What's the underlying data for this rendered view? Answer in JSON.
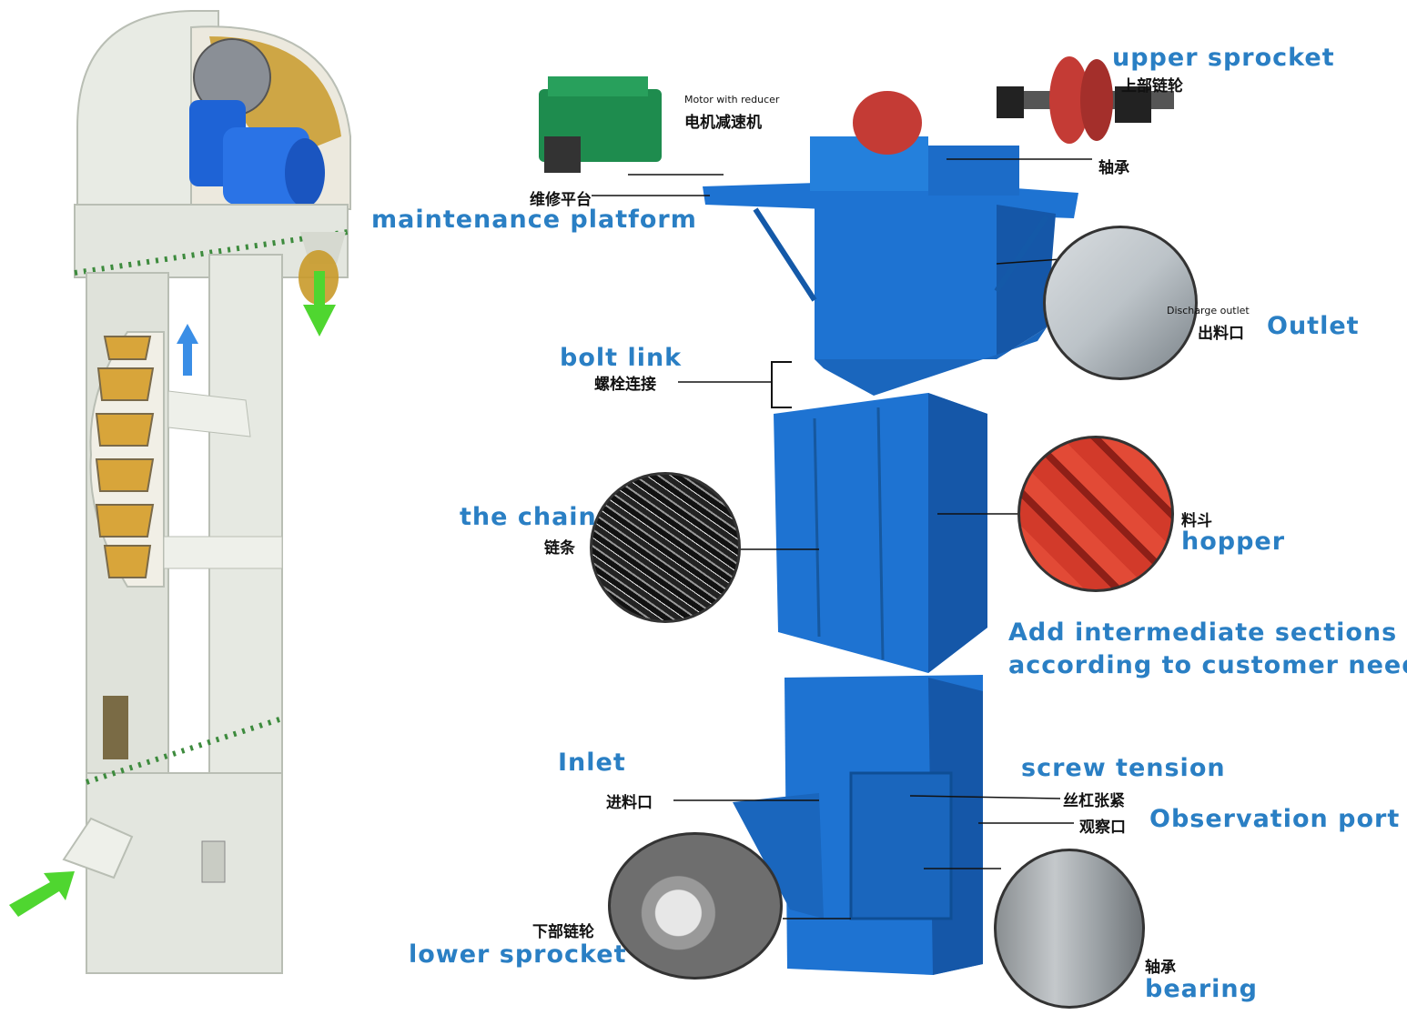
{
  "colors": {
    "label_blue": "#2a7fc4",
    "machine_blue": "#1e73d2",
    "machine_dark": "#1459a8",
    "frame_white": "#e8ebe4",
    "grain": "#c99a2a",
    "arrow_green": "#4fd630",
    "arrow_blue": "#3a8ee6",
    "hopper_red": "#d23a2a"
  },
  "labels": {
    "upper_sprocket": "upper sprocket",
    "upper_sprocket_cn": "上部链轮",
    "bearing_top_cn": "轴承",
    "motor_en": "Motor with reducer",
    "motor_cn": "电机减速机",
    "platform_cn": "维修平台",
    "platform_en": "maintenance platform",
    "discharge_outlet": "Discharge outlet",
    "outlet_cn": "出料口",
    "outlet_en": "Outlet",
    "bolt_link_en": "bolt link",
    "bolt_link_cn": "螺栓连接",
    "chain_en": "the chain",
    "chain_cn": "链条",
    "hopper_cn": "料斗",
    "hopper_en": "hopper",
    "add_sections_1": "Add intermediate sections",
    "add_sections_2": "according to customer needs",
    "inlet_en": "Inlet",
    "inlet_cn": "进料口",
    "screw_tension_en": "screw tension",
    "screw_tension_cn": "丝杠张紧",
    "observation_cn": "观察口",
    "observation_en": "Observation port",
    "lower_sprocket_cn": "下部链轮",
    "lower_sprocket_en": "lower sprocket",
    "bearing_bottom_cn": "轴承",
    "bearing_bottom_en": "bearing"
  }
}
